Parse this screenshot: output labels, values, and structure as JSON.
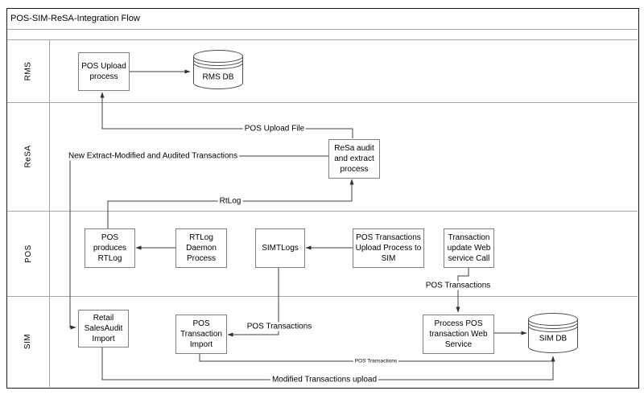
{
  "title": "POS-SIM-ReSA-Integration Flow",
  "lanes": {
    "rms": "RMS",
    "resa": "ReSA",
    "pos": "POS",
    "sim": "SIM"
  },
  "nodes": {
    "pos_upload_process": "POS Upload\nprocess",
    "rms_db": "RMS DB",
    "resa_audit": "ReSa audit\nand extract\nprocess",
    "pos_produces_rtlog": "POS\nproduces\nRTLog",
    "rtlog_daemon": "RTLog\nDaemon\nProcess",
    "simtlogs": "SIMTLogs",
    "pos_trans_upload": "POS Transactions\nUpload Process to\nSIM",
    "trans_update_ws": "Transaction\nupdate Web\nservice Call",
    "retail_salesaudit": "Retail\nSalesAudit\nImport",
    "pos_trans_import": "POS\nTransaction\nImport",
    "process_pos_ws": "Process POS\ntransaction Web\nService",
    "sim_db": "SIM DB"
  },
  "edges": {
    "pos_upload_file": "POS Upload File",
    "new_extract": "New Extract-Modified and Audited Transactions",
    "rtlog": "RtLog",
    "pos_transactions_ws": "POS Transactions",
    "pos_transactions_import": "POS Transactions",
    "pos_transactions_db": "POS Transactions",
    "modified_upload": "Modified Transactions upload"
  }
}
